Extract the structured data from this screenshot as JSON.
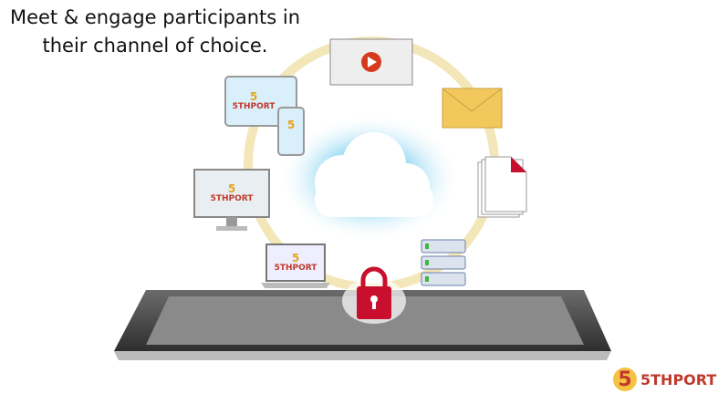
{
  "headline": {
    "line1": "Meet & engage participants in",
    "line2": "their channel of choice."
  },
  "device_logo": {
    "mark": "5",
    "text": "5THPORT"
  },
  "brand": {
    "mark": "5",
    "name": "5THPORT"
  },
  "colors": {
    "ring": "#f3e6b8",
    "cloud_glow": "#a8e0f5",
    "lock": "#c8102e",
    "video_play": "#d63a1e",
    "envelope": "#f2c75c",
    "brand": "#c0392b"
  }
}
